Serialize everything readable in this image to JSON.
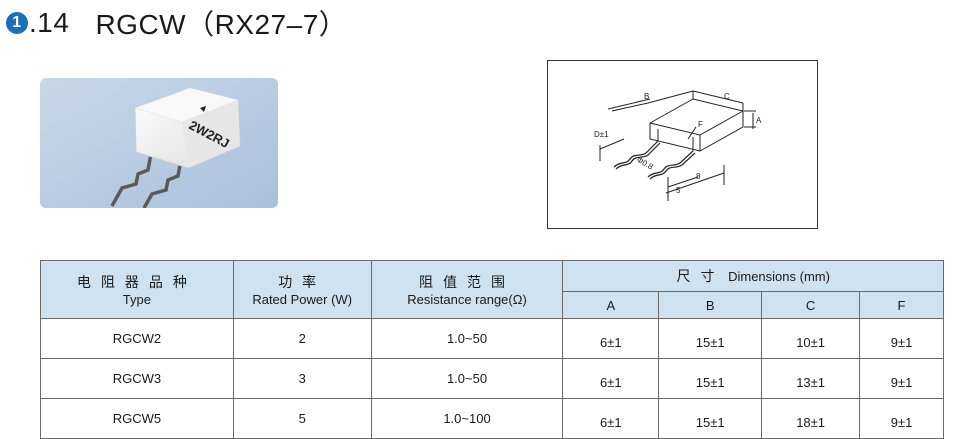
{
  "header": {
    "number_badge": "1",
    "number_suffix": ".14",
    "title": "RGCW（RX27–7）"
  },
  "photo": {
    "marking": "2W2RJ"
  },
  "diagram": {
    "labels": {
      "B": "B",
      "C": "C",
      "A": "A",
      "F": "F",
      "D": "D±1",
      "wire": "Φ0.8",
      "dim5": "5",
      "dim8": "8"
    }
  },
  "table": {
    "headers": {
      "type_cn": "电阻器品种",
      "type_en": "Type",
      "power_cn": "功率",
      "power_en": "Rated Power (W)",
      "range_cn": "阻值范围",
      "range_en": "Resistance range(Ω)",
      "dims_cn": "尺寸",
      "dims_en": "Dimensions (mm)",
      "A": "A",
      "B": "B",
      "C": "C",
      "F": "F"
    },
    "rows": [
      {
        "type": "RGCW2",
        "power": "2",
        "range": "1.0~50",
        "A": "6±1",
        "B": "15±1",
        "C": "10±1",
        "F": "9±1"
      },
      {
        "type": "RGCW3",
        "power": "3",
        "range": "1.0~50",
        "A": "6±1",
        "B": "15±1",
        "C": "13±1",
        "F": "9±1"
      },
      {
        "type": "RGCW5",
        "power": "5",
        "range": "1.0~100",
        "A": "6±1",
        "B": "15±1",
        "C": "18±1",
        "F": "9±1"
      }
    ]
  },
  "colors": {
    "badge": "#1a6fb8",
    "header_bg": "#cfe2f2",
    "photo_bg": "#b7cbe2"
  }
}
